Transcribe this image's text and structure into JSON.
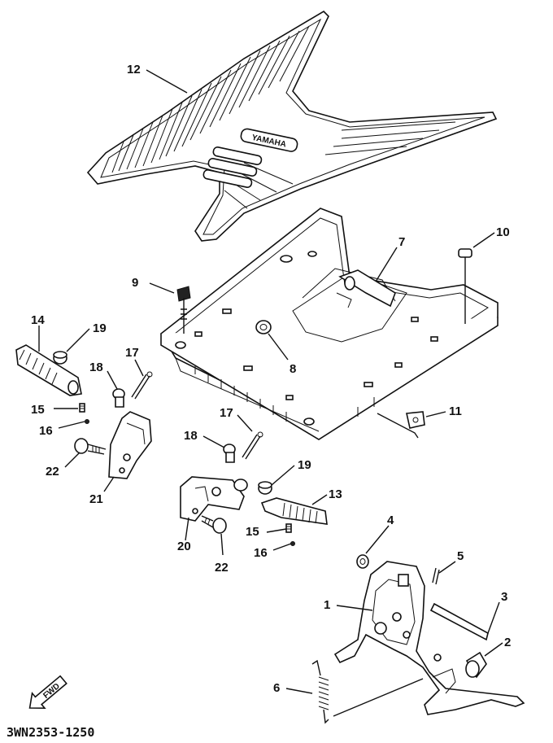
{
  "diagram": {
    "code": "3WN2353-1250",
    "fwd_label": "FWD",
    "logo_text": "YAMAHA",
    "callouts": {
      "c1": "1",
      "c2": "2",
      "c3": "3",
      "c4": "4",
      "c5": "5",
      "c6": "6",
      "c7": "7",
      "c8": "8",
      "c9": "9",
      "c10": "10",
      "c11": "11",
      "c12": "12",
      "c13": "13",
      "c14": "14",
      "c15a": "15",
      "c15b": "15",
      "c16a": "16",
      "c16b": "16",
      "c17a": "17",
      "c17b": "17",
      "c18a": "18",
      "c18b": "18",
      "c19a": "19",
      "c19b": "19",
      "c20": "20",
      "c21": "21",
      "c22a": "22",
      "c22b": "22"
    }
  }
}
